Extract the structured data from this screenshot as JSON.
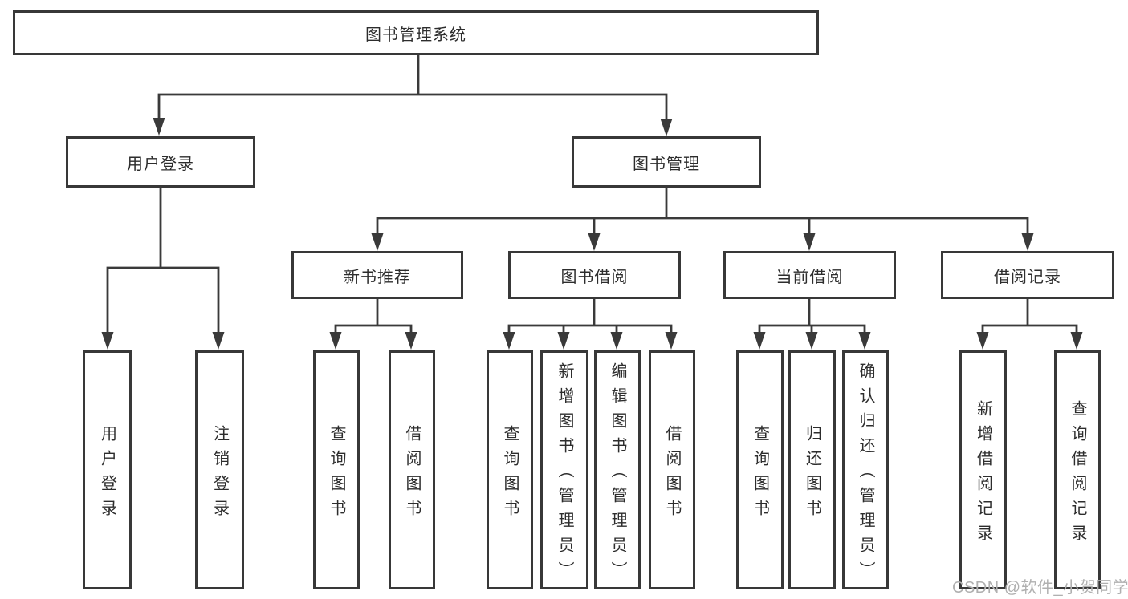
{
  "diagram_title": "图书管理系统",
  "tree": {
    "root": "图书管理系统",
    "children": [
      {
        "label": "用户登录",
        "children": [
          {
            "label": "用户登录"
          },
          {
            "label": "注销登录"
          }
        ]
      },
      {
        "label": "图书管理",
        "children": [
          {
            "label": "新书推荐",
            "children": [
              {
                "label": "查询图书"
              },
              {
                "label": "借阅图书"
              }
            ]
          },
          {
            "label": "图书借阅",
            "children": [
              {
                "label": "查询图书"
              },
              {
                "label": "新增图书（管理员）"
              },
              {
                "label": "编辑图书（管理员）"
              },
              {
                "label": "借阅图书"
              }
            ]
          },
          {
            "label": "当前借阅",
            "children": [
              {
                "label": "查询图书"
              },
              {
                "label": "归还图书"
              },
              {
                "label": "确认归还（管理员）"
              }
            ]
          },
          {
            "label": "借阅记录",
            "children": [
              {
                "label": "新增借阅记录"
              },
              {
                "label": "查询借阅记录"
              }
            ]
          }
        ]
      }
    ]
  },
  "watermark": "CSDN @软件_小贺同学",
  "colors": {
    "line": "#3a3a3a",
    "box_border": "#383838",
    "text": "#2d2d2d",
    "watermark": "#b0b0b0",
    "background": "#ffffff"
  }
}
